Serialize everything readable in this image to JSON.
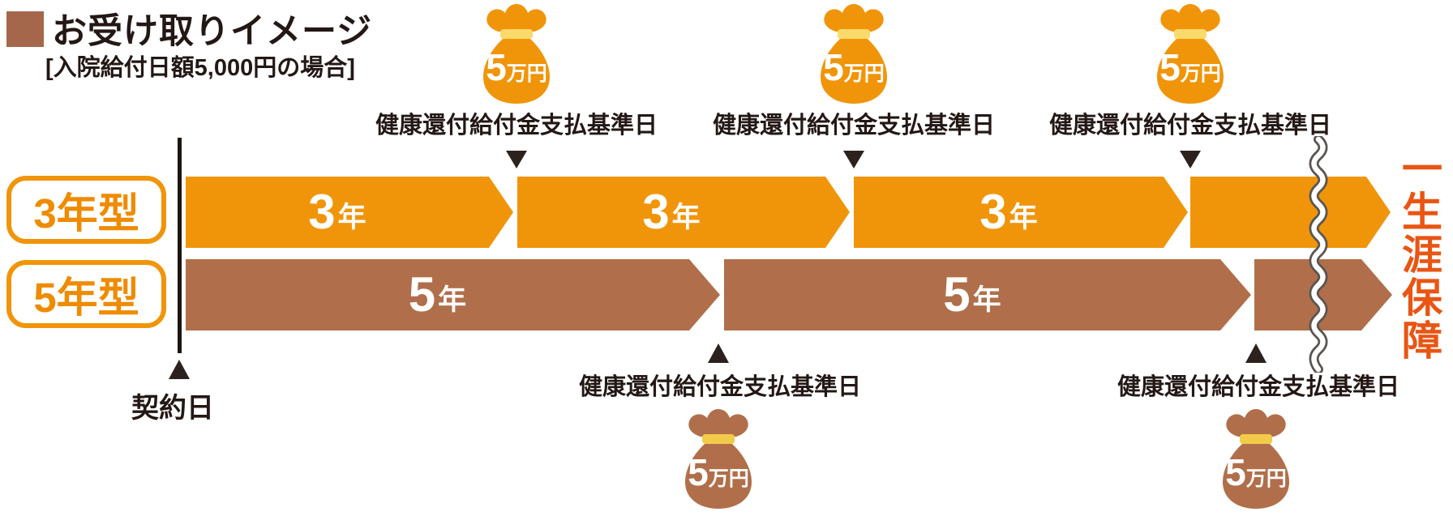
{
  "title": {
    "heading": "お受け取りイメージ",
    "condition": "[入院給付日額5,000円の場合]"
  },
  "payout_markers": {
    "top": [
      {
        "label": "健康還付給付金支払基準日",
        "amount_num": "5",
        "amount_unit": "万円"
      },
      {
        "label": "健康還付給付金支払基準日",
        "amount_num": "5",
        "amount_unit": "万円"
      },
      {
        "label": "健康還付給付金支払基準日",
        "amount_num": "5",
        "amount_unit": "万円"
      }
    ],
    "bottom": [
      {
        "label": "健康還付給付金支払基準日",
        "amount_num": "5",
        "amount_unit": "万円"
      },
      {
        "label": "健康還付給付金支払基準日",
        "amount_num": "5",
        "amount_unit": "万円"
      }
    ]
  },
  "rows": [
    {
      "type_label": "3年型",
      "segments": [
        {
          "num": "3",
          "unit": "年"
        },
        {
          "num": "3",
          "unit": "年"
        },
        {
          "num": "3",
          "unit": "年"
        },
        {
          "num": "",
          "unit": ""
        }
      ]
    },
    {
      "type_label": "5年型",
      "segments": [
        {
          "num": "5",
          "unit": "年"
        },
        {
          "num": "5",
          "unit": "年"
        },
        {
          "num": "",
          "unit": ""
        }
      ]
    }
  ],
  "contract_date_label": "契約日",
  "lifetime_label": "一生涯保障",
  "colors": {
    "orange": "#F0950A",
    "brown": "#B06F4A",
    "accent_red": "#E95513",
    "text_black": "#231815",
    "bag_band_top": "#FBD96B",
    "bag_band_bottom": "#F2CB4B",
    "title_square_brown": "#A5674B"
  }
}
